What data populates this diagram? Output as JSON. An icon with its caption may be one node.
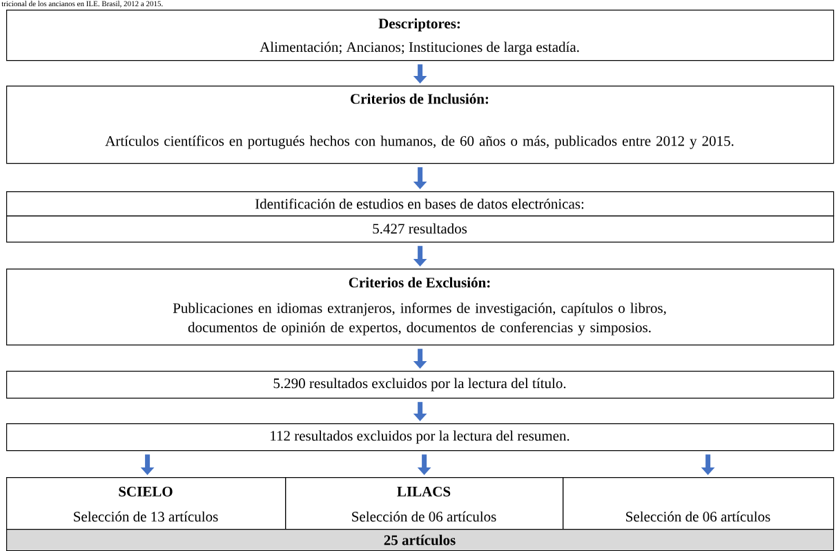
{
  "diagram": {
    "title": "tricional de los ancianos en ILE. Brasil, 2012 a 2015.",
    "nodes": [
      {
        "text": [
          "Descriptores:",
          "Alimentación; Ancianos; Instituciones de larga estadía."
        ]
      },
      {
        "text": [
          "Criterios de Inclusión:",
          "Artículos científicos en portugués hechos con humanos, de 60 años o más, publicados entre 2012 y 2015."
        ]
      },
      {
        "text": [
          "Identificación de estudios en bases de datos electrónicas:"
        ]
      },
      {
        "text": [
          "5.427 resultados"
        ]
      },
      {
        "text": [
          "Criterios de Exclusión:",
          "Publicaciones en idiomas extranjeros, informes de investigación, capítulos o libros, documentos de opinión de expertos, documentos de conferencias y simposios."
        ]
      },
      {
        "text": [
          "5.290 resultados excluidos por la lectura del título."
        ]
      },
      {
        "text": [
          "112 resultados excluidos por la lectura del resumen."
        ]
      },
      {
        "text": [
          "SCIELO",
          "Selección de 13 artículos"
        ]
      },
      {
        "text": [
          "LILACS",
          "Selección de 06 artículos"
        ]
      },
      {
        "text": [
          "Selección de 06 artículos"
        ]
      },
      {
        "text": [
          "25 artículos"
        ]
      }
    ],
    "edges": [
      {
        "from": 0,
        "to": 1,
        "arrow": "to"
      },
      {
        "from": 1,
        "to": 2,
        "arrow": "to"
      },
      {
        "from": 3,
        "to": 4,
        "arrow": "to"
      },
      {
        "from": 4,
        "to": 5,
        "arrow": "to"
      },
      {
        "from": 5,
        "to": 6,
        "arrow": "to"
      },
      {
        "from": 6,
        "to": 7,
        "arrow": "to"
      },
      {
        "from": 6,
        "to": 8,
        "arrow": "to"
      },
      {
        "from": 6,
        "to": 9,
        "arrow": "to"
      }
    ]
  }
}
